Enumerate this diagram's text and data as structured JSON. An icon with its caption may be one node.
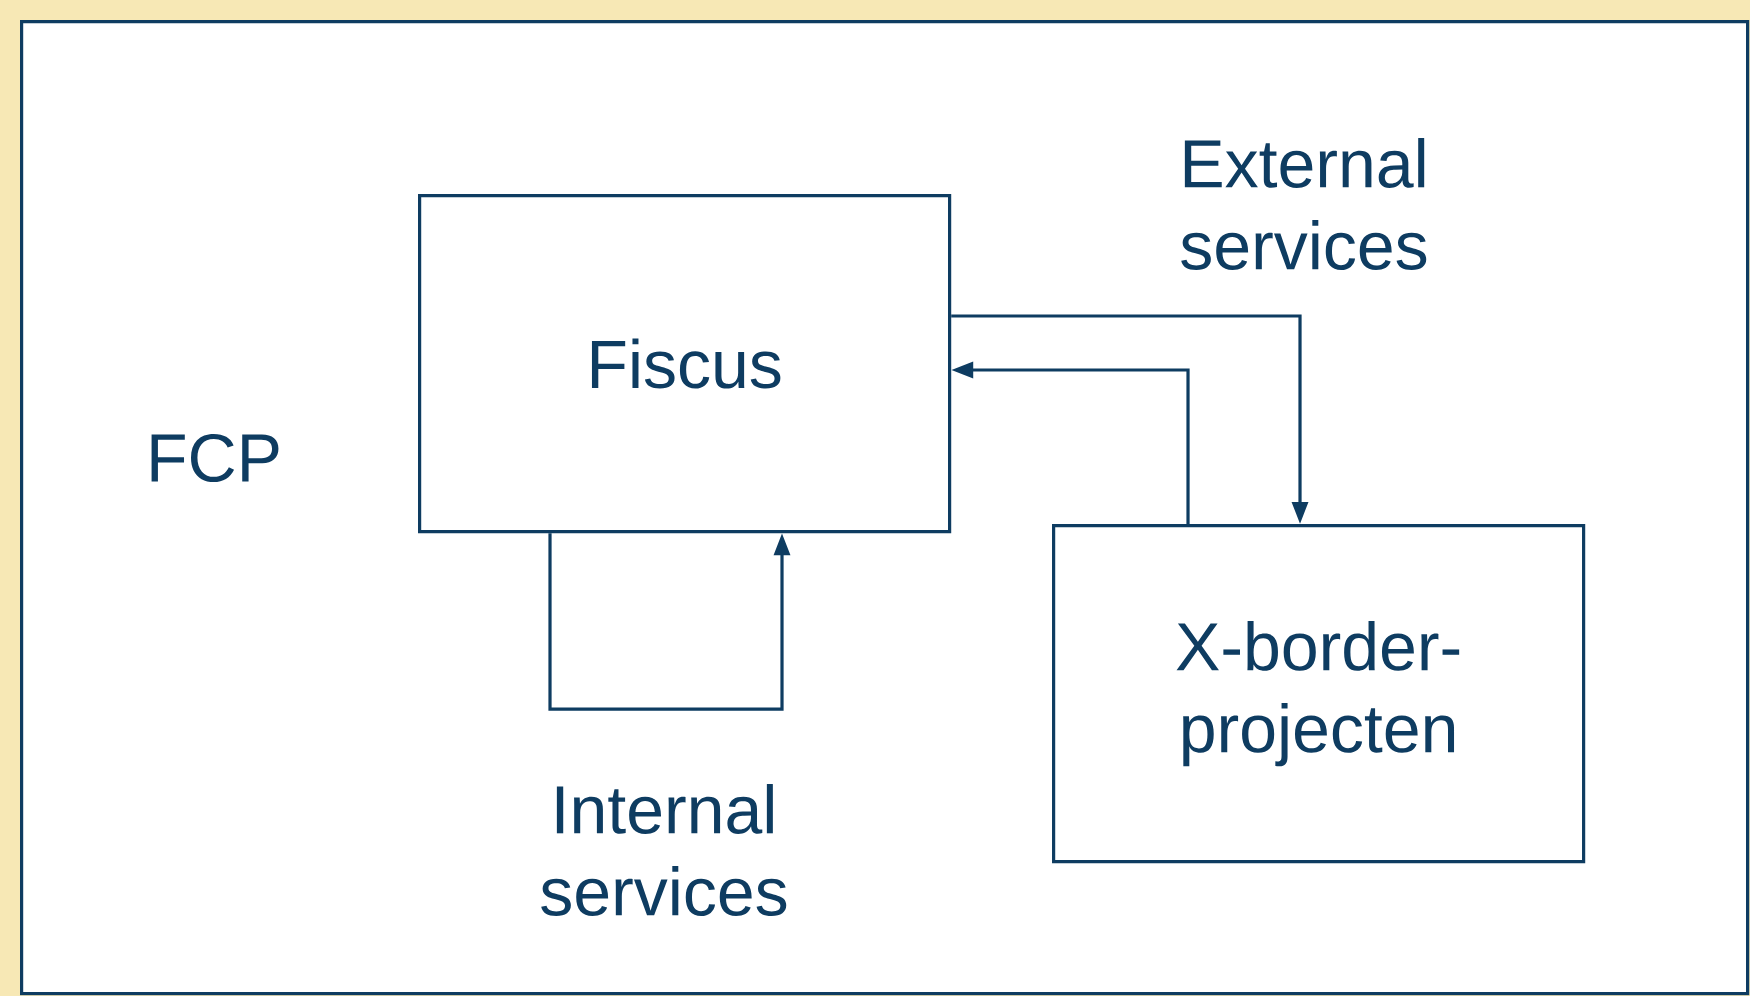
{
  "diagram": {
    "nodes": [
      {
        "text": [
          "FCP"
        ]
      },
      {
        "text": [
          "Fiscus"
        ],
        "in": 0
      },
      {
        "text": [
          "X-border-projecten"
        ],
        "in": 0
      }
    ],
    "edges": [
      {
        "from": 1,
        "to": 2,
        "arrow": "to",
        "label": "External services"
      },
      {
        "from": 2,
        "to": 1,
        "arrow": "to"
      },
      {
        "from": 1,
        "to": 1,
        "arrow": "to",
        "label": "Internal services"
      }
    ]
  }
}
